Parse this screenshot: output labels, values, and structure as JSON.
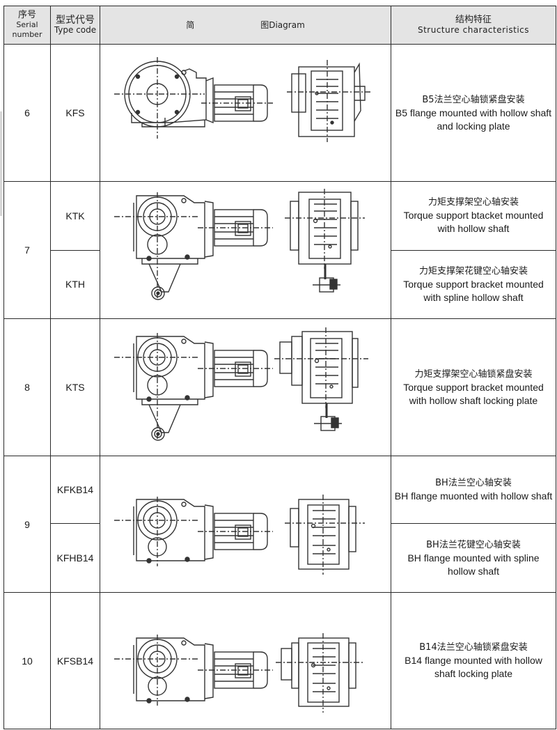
{
  "header": {
    "serial": {
      "cn": "序号",
      "en_1": "Serial",
      "en_2": "number"
    },
    "type_code": {
      "cn": "型式代号",
      "en": "Type code"
    },
    "diagram": {
      "cn_1": "简",
      "cn_2_en": "图Diagram"
    },
    "structure": {
      "cn": "结构特征",
      "en": "Structure characteristics"
    }
  },
  "rows": [
    {
      "serial": "6",
      "variants": [
        {
          "code": "KFS",
          "desc_cn": "B5法兰空心轴锁紧盘安装",
          "desc_en": "B5 flange mounted with hollow shaft and locking plate"
        }
      ],
      "diagram": {
        "side_view": "flange-round-motor",
        "end_view": "hollow-shaft-locking-plate"
      }
    },
    {
      "serial": "7",
      "variants": [
        {
          "code": "KTK",
          "desc_cn": "力矩支撑架空心轴安装",
          "desc_en": "Torque support btacket mounted with hollow shaft"
        },
        {
          "code": "KTH",
          "desc_cn": "力矩支撑架花键空心轴安装",
          "desc_en": "Torque support bracket mounted with spline  hollow shaft"
        }
      ],
      "diagram": {
        "side_view": "torque-arm-motor",
        "end_view": "torque-arm-end"
      }
    },
    {
      "serial": "8",
      "variants": [
        {
          "code": "KTS",
          "desc_cn": "力矩支撑架空心轴锁紧盘安装",
          "desc_en": "Torque support bracket mounted with hollow shaft locking plate"
        }
      ],
      "diagram": {
        "side_view": "torque-arm-motor",
        "end_view": "torque-arm-end-locking"
      }
    },
    {
      "serial": "9",
      "variants": [
        {
          "code": "KFKB14",
          "desc_cn": "BH法兰空心轴安装",
          "desc_en": "BH flange muonted with hollow shaft"
        },
        {
          "code": "KFHB14",
          "desc_cn": "BH法兰花键空心轴安装",
          "desc_en": "BH flange mounted with spline hollow shaft"
        }
      ],
      "diagram": {
        "side_view": "b14-flange-motor",
        "end_view": "hollow-shaft-end"
      }
    },
    {
      "serial": "10",
      "variants": [
        {
          "code": "KFSB14",
          "desc_cn": "B14法兰空心轴锁紧盘安装",
          "desc_en": "B14 flange mounted with hollow shaft locking plate"
        }
      ],
      "diagram": {
        "side_view": "b14-flange-motor",
        "end_view": "hollow-shaft-locking-end"
      }
    }
  ]
}
